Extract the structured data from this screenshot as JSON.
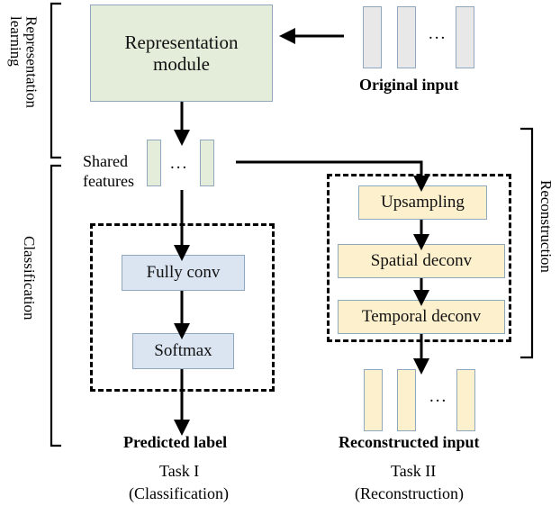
{
  "figure": {
    "type": "architecture-diagram",
    "title": "Multi-task representation learning framework"
  },
  "stage_labels": {
    "representation_learning": "Representation\nlearning",
    "representation_learning_line1": "Representation",
    "representation_learning_line2": "learning",
    "classification": "Classification",
    "reconstruction": "Reconstruction"
  },
  "representation": {
    "module_label_line1": "Representation",
    "module_label_line2": "module",
    "shared_features_line1": "Shared",
    "shared_features_line2": "features",
    "ellipsis": "..."
  },
  "input": {
    "label": "Original input",
    "ellipsis": "..."
  },
  "classification_branch": {
    "blocks": [
      {
        "label": "Fully conv"
      },
      {
        "label": "Softmax"
      }
    ],
    "output_label": "Predicted label",
    "task_line1": "Task I",
    "task_line2": "(Classification)"
  },
  "reconstruction_branch": {
    "blocks": [
      {
        "label": "Upsampling"
      },
      {
        "label": "Spatial deconv"
      },
      {
        "label": "Temporal deconv"
      }
    ],
    "output_label": "Reconstructed input",
    "output_ellipsis": "...",
    "task_line1": "Task II",
    "task_line2": "(Reconstruction)"
  },
  "colors": {
    "representation_fill": "#e4edda",
    "classification_fill": "#dbe5f1",
    "reconstruction_fill": "#fdf0cd",
    "input_fill": "#e8e8e8",
    "block_border": "#8fa8c0",
    "line": "#000000"
  }
}
